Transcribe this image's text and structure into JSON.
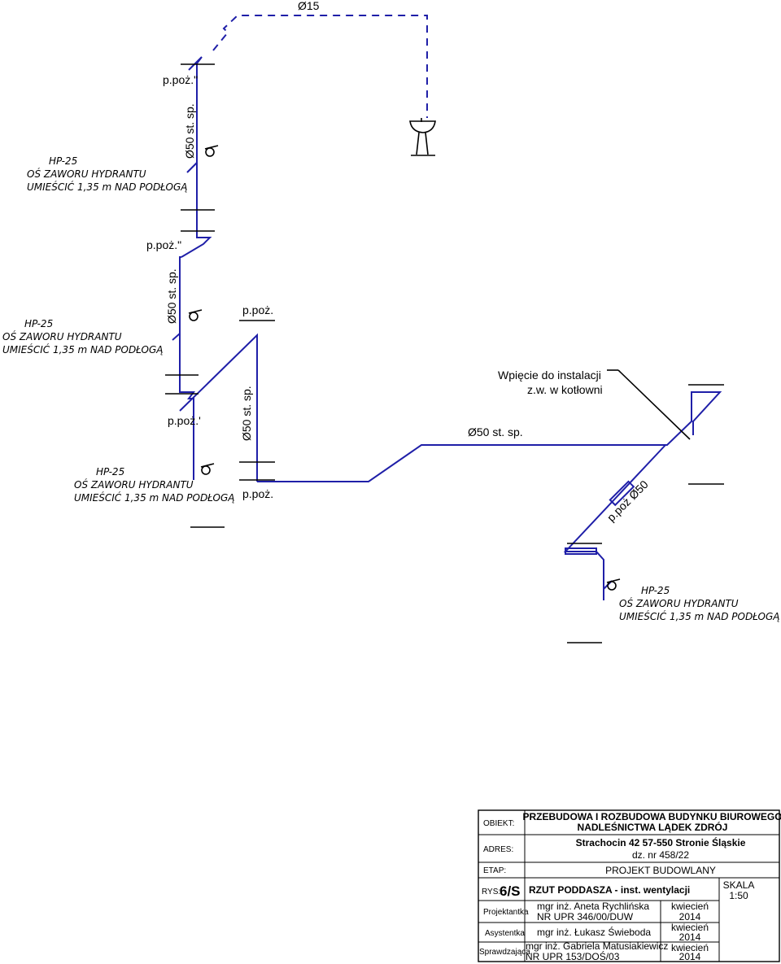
{
  "drawing": {
    "labels": {
      "d15": "Ø15",
      "ppoz_dq_top": "p.poż.\"",
      "st50_top": "Ø50 st. sp.",
      "ppoz_dq_mid": "p.poż.\"",
      "st50_mid_left": "Ø50 st. sp.",
      "ppoz_mid_right": "p.poż.",
      "ppoz_sq": "p.poż.'",
      "st50_mid_right": "Ø50 st. sp.",
      "ppoz_bottom": "p.poż.",
      "connection_line1": "Wpięcie do instalacji",
      "connection_line2": "z.w. w kotłowni",
      "st50_right": "Ø50 st. sp.",
      "ppoz_d50": "p.poż Ø50"
    },
    "hydrants": [
      {
        "line1": "HP-25",
        "line2": "OŚ ZAWORU HYDRANTU",
        "line3": "UMIEŚCIĆ 1,35 m NAD PODŁOGĄ"
      },
      {
        "line1": "HP-25",
        "line2": "OŚ ZAWORU HYDRANTU",
        "line3": "UMIEŚCIĆ 1,35 m NAD PODŁOGĄ"
      },
      {
        "line1": "HP-25",
        "line2": "OŚ ZAWORU HYDRANTU",
        "line3": "UMIEŚCIĆ 1,35 m NAD PODŁOGĄ"
      },
      {
        "line1": "HP-25",
        "line2": "OŚ ZAWORU HYDRANTU",
        "line3": "UMIEŚCIĆ 1,35 m NAD PODŁOGĄ"
      }
    ],
    "colors": {
      "pipe": "#1f1fa8",
      "ink": "#000000"
    }
  },
  "title_block": {
    "obiekt_label": "OBIEKT:",
    "obiekt_line1": "PRZEBUDOWA I ROZBUDOWA BUDYNKU BIUROWEGO",
    "obiekt_line2": "NADLEŚNICTWA LĄDEK ZDRÓJ",
    "adres_label": "ADRES:",
    "adres_line1": "Strachocin 42 57-550 Stronie Śląskie",
    "adres_line2": "dz. nr 458/22",
    "etap_label": "ETAP:",
    "etap_value": "PROJEKT BUDOWLANY",
    "rys_label": "RYS:",
    "rys_value": "6/S",
    "rys_title": "RZUT PODDASZA - inst. wentylacji",
    "skala_label": "SKALA",
    "skala_value": "1:50",
    "projektantka_label": "Projektantka",
    "projektantka_name": "mgr inż. Aneta Rychlińska",
    "projektantka_nr": "NR UPR 346/00/DUW",
    "projektantka_month": "kwiecień",
    "projektantka_year": "2014",
    "asystentka_label": "Asystentka",
    "asystentka_name": "mgr inż. Łukasz Świeboda",
    "asystentka_month": "kwiecień",
    "asystentka_year": "2014",
    "sprawdzajaca_label": "Sprawdzająca",
    "sprawdzajaca_name": "mgr inż. Gabriela Matusiakiewicz",
    "sprawdzajaca_nr": "NR UPR 153/DOŚ/03",
    "sprawdzajaca_month": "kwiecień",
    "sprawdzajaca_year": "2014"
  }
}
